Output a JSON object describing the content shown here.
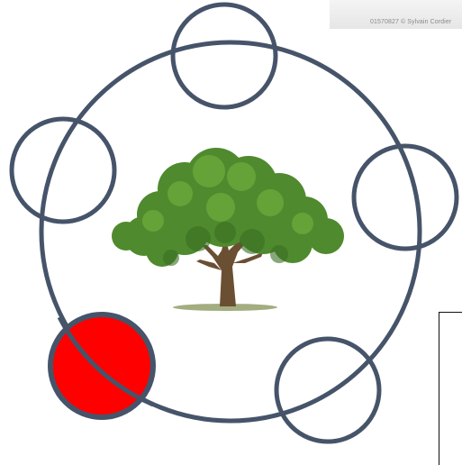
{
  "image_credit": "01570827 © Sylvain Cordier",
  "colors": {
    "ring_stroke": "#46546a",
    "highlight_fill": "#ff0000",
    "background": "#ffffff"
  },
  "nodes": [
    {
      "id": "top",
      "highlighted": false
    },
    {
      "id": "upper-left",
      "highlighted": false
    },
    {
      "id": "right",
      "highlighted": false
    },
    {
      "id": "lower-right",
      "highlighted": false
    },
    {
      "id": "lower-left",
      "highlighted": true
    }
  ],
  "center_image": "tree"
}
